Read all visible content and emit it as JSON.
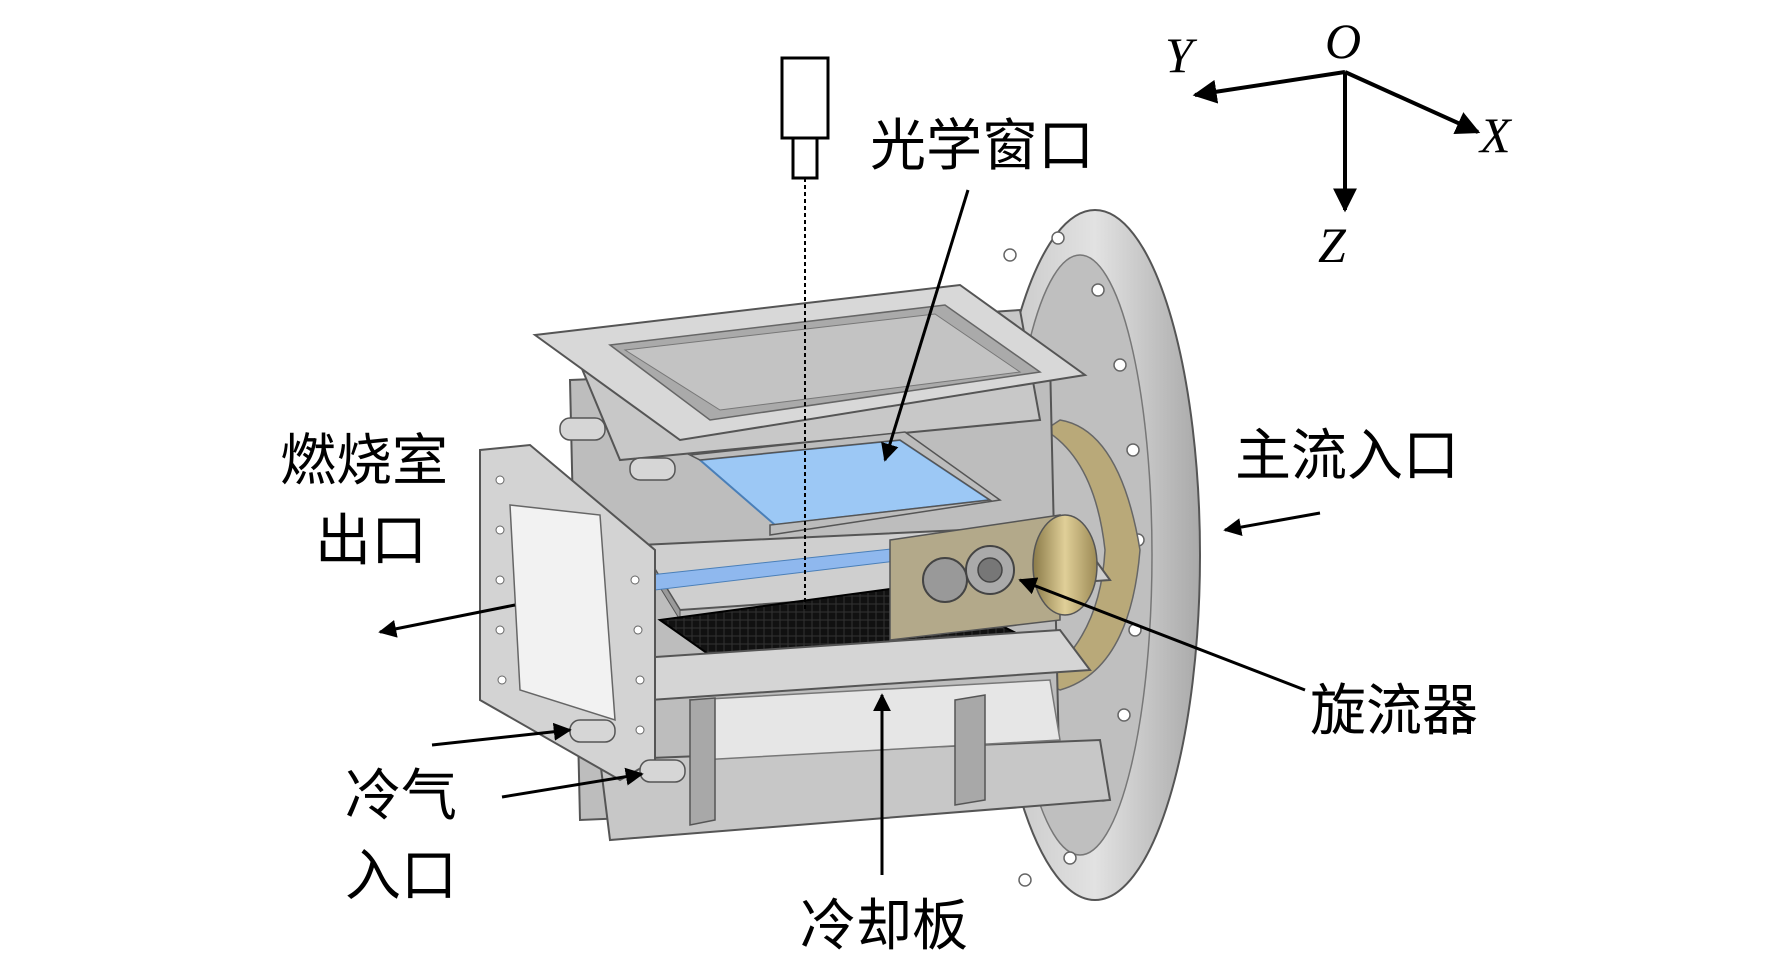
{
  "labels": {
    "optical_window": "光学窗口",
    "combustor_outlet_line1": "燃烧室",
    "combustor_outlet_line2": "出口",
    "main_inlet": "主流入口",
    "swirler": "旋流器",
    "cold_air_line1": "冷气",
    "cold_air_line2": "入口",
    "cooling_plate": "冷却板"
  },
  "axes": {
    "origin": "O",
    "x": "X",
    "y": "Y",
    "z": "Z"
  },
  "colors": {
    "metal_light": "#d9d9d9",
    "metal_mid": "#bdbdbd",
    "metal_dark": "#8f8f8f",
    "window_blue": "#9cc8f5",
    "plate_black": "#111111",
    "brass": "#c9b37a"
  }
}
